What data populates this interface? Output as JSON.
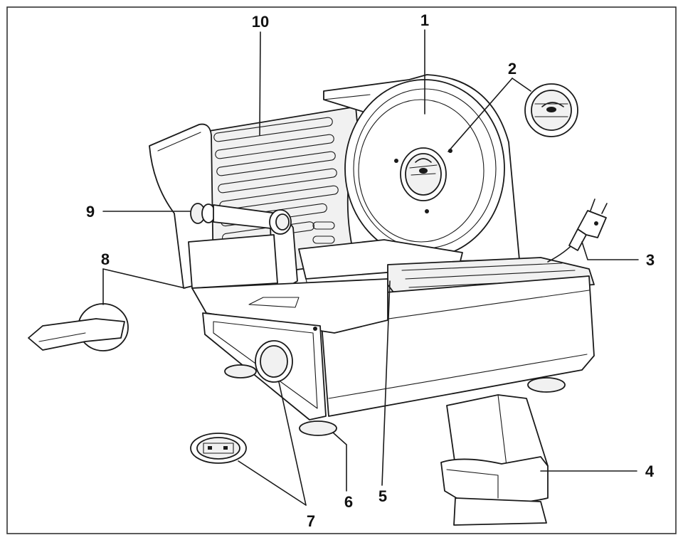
{
  "callouts": [
    "1",
    "2",
    "3",
    "4",
    "5",
    "6",
    "7",
    "8",
    "9",
    "10"
  ],
  "colors": {
    "line": "#1a1a1a",
    "frame": "#333333",
    "background": "#ffffff"
  }
}
